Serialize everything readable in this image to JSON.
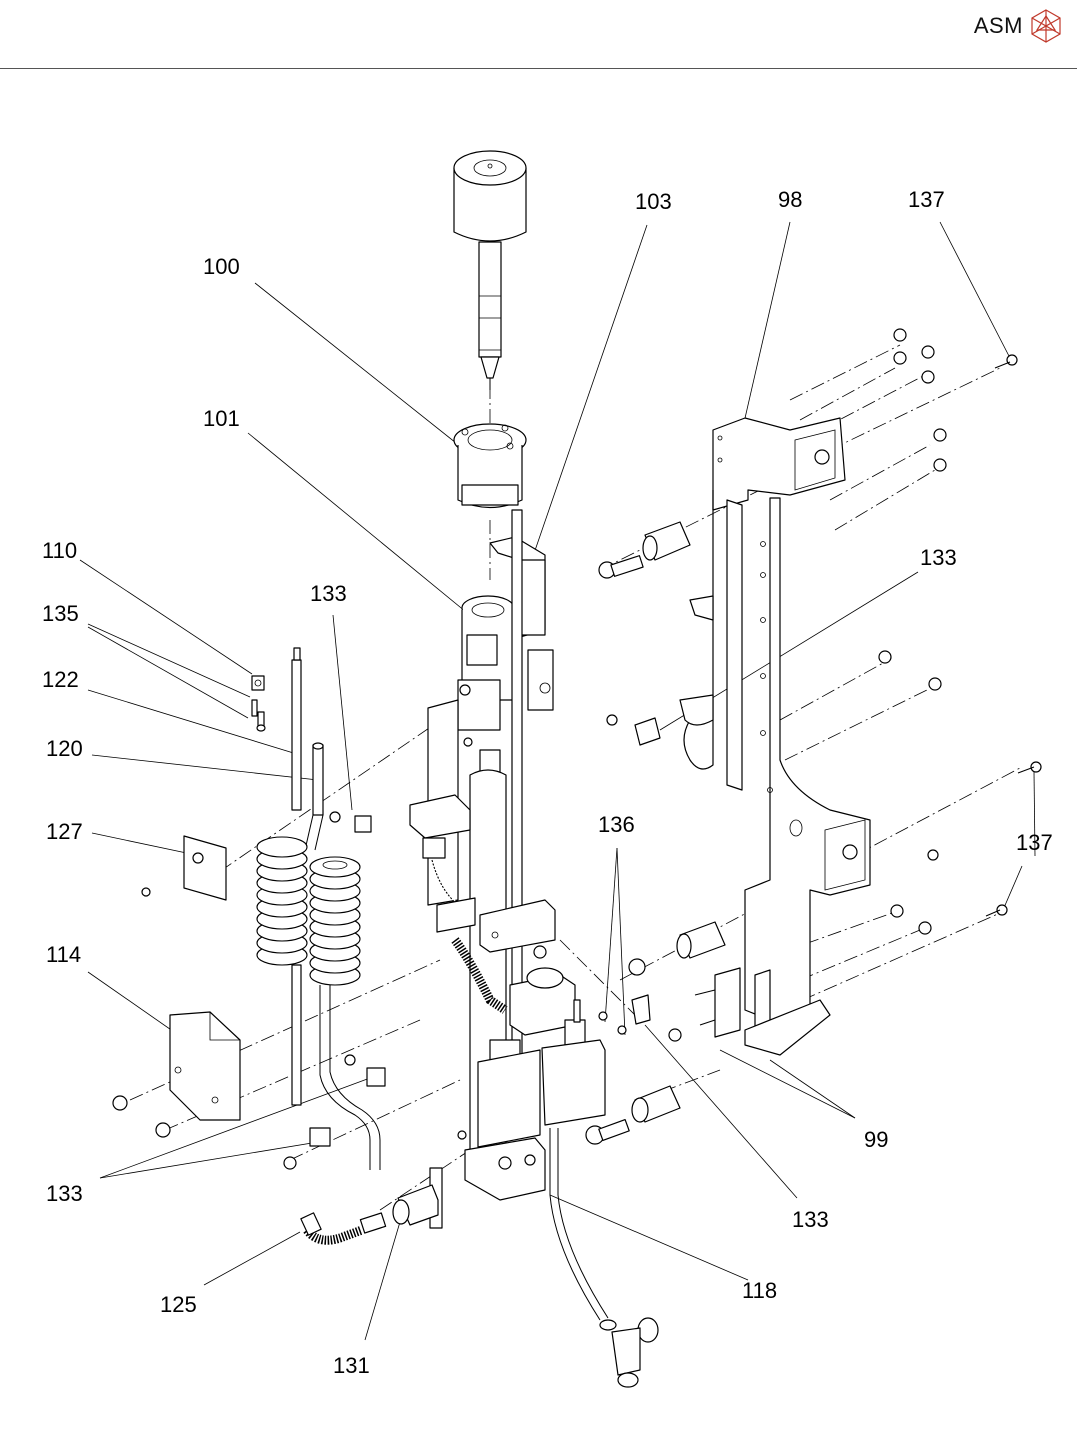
{
  "header": {
    "brand": "ASM",
    "logo_icon": "asm-polyhedron-logo-icon",
    "logo_color": "#c0392b"
  },
  "drawing": {
    "type": "exploded-assembly-view",
    "callouts": [
      {
        "id": "c100",
        "label": "100"
      },
      {
        "id": "c101",
        "label": "101"
      },
      {
        "id": "c103",
        "label": "103"
      },
      {
        "id": "c98",
        "label": "98"
      },
      {
        "id": "c137a",
        "label": "137"
      },
      {
        "id": "c110",
        "label": "110"
      },
      {
        "id": "c135",
        "label": "135"
      },
      {
        "id": "c133a",
        "label": "133"
      },
      {
        "id": "c122",
        "label": "122"
      },
      {
        "id": "c120",
        "label": "120"
      },
      {
        "id": "c127",
        "label": "127"
      },
      {
        "id": "c133b",
        "label": "133"
      },
      {
        "id": "c136",
        "label": "136"
      },
      {
        "id": "c137b",
        "label": "137"
      },
      {
        "id": "c114",
        "label": "114"
      },
      {
        "id": "c99",
        "label": "99"
      },
      {
        "id": "c133c",
        "label": "133"
      },
      {
        "id": "c133d",
        "label": "133"
      },
      {
        "id": "c118",
        "label": "118"
      },
      {
        "id": "c125",
        "label": "125"
      },
      {
        "id": "c131",
        "label": "131"
      }
    ]
  }
}
